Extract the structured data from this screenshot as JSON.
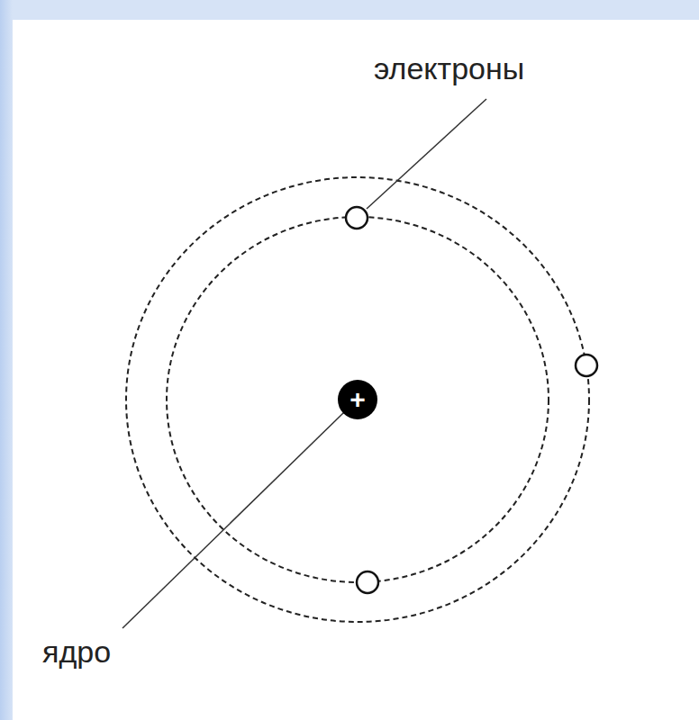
{
  "diagram": {
    "nodes": [
      {
        "text": [
          "+"
        ]
      }
    ],
    "labels": [
      "электроны",
      "ядро"
    ]
  }
}
